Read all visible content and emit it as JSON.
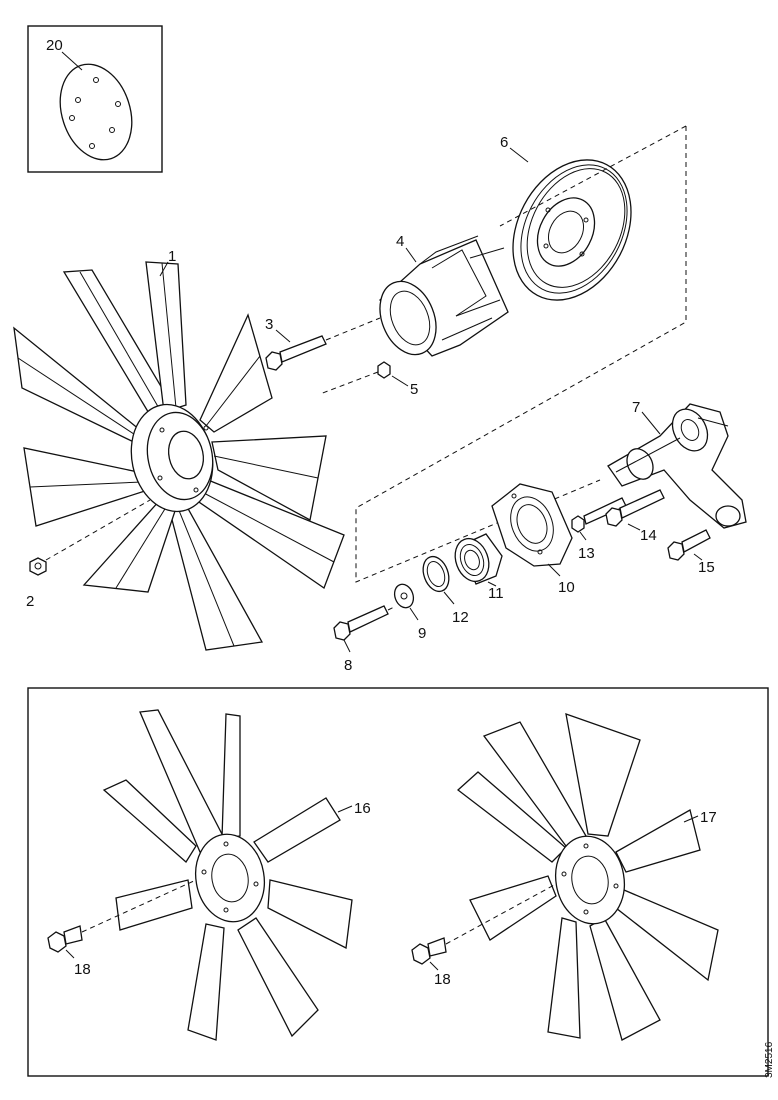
{
  "labels": {
    "l1": "1",
    "l2": "2",
    "l3": "3",
    "l4": "4",
    "l5": "5",
    "l6": "6",
    "l7": "7",
    "l8": "8",
    "l9": "9",
    "l10": "10",
    "l11": "11",
    "l12": "12",
    "l13": "13",
    "l14": "14",
    "l15": "15",
    "l16": "16",
    "l17": "17",
    "l18a": "18",
    "l18b": "18",
    "l20": "20"
  },
  "drawing_code": "3M2516"
}
